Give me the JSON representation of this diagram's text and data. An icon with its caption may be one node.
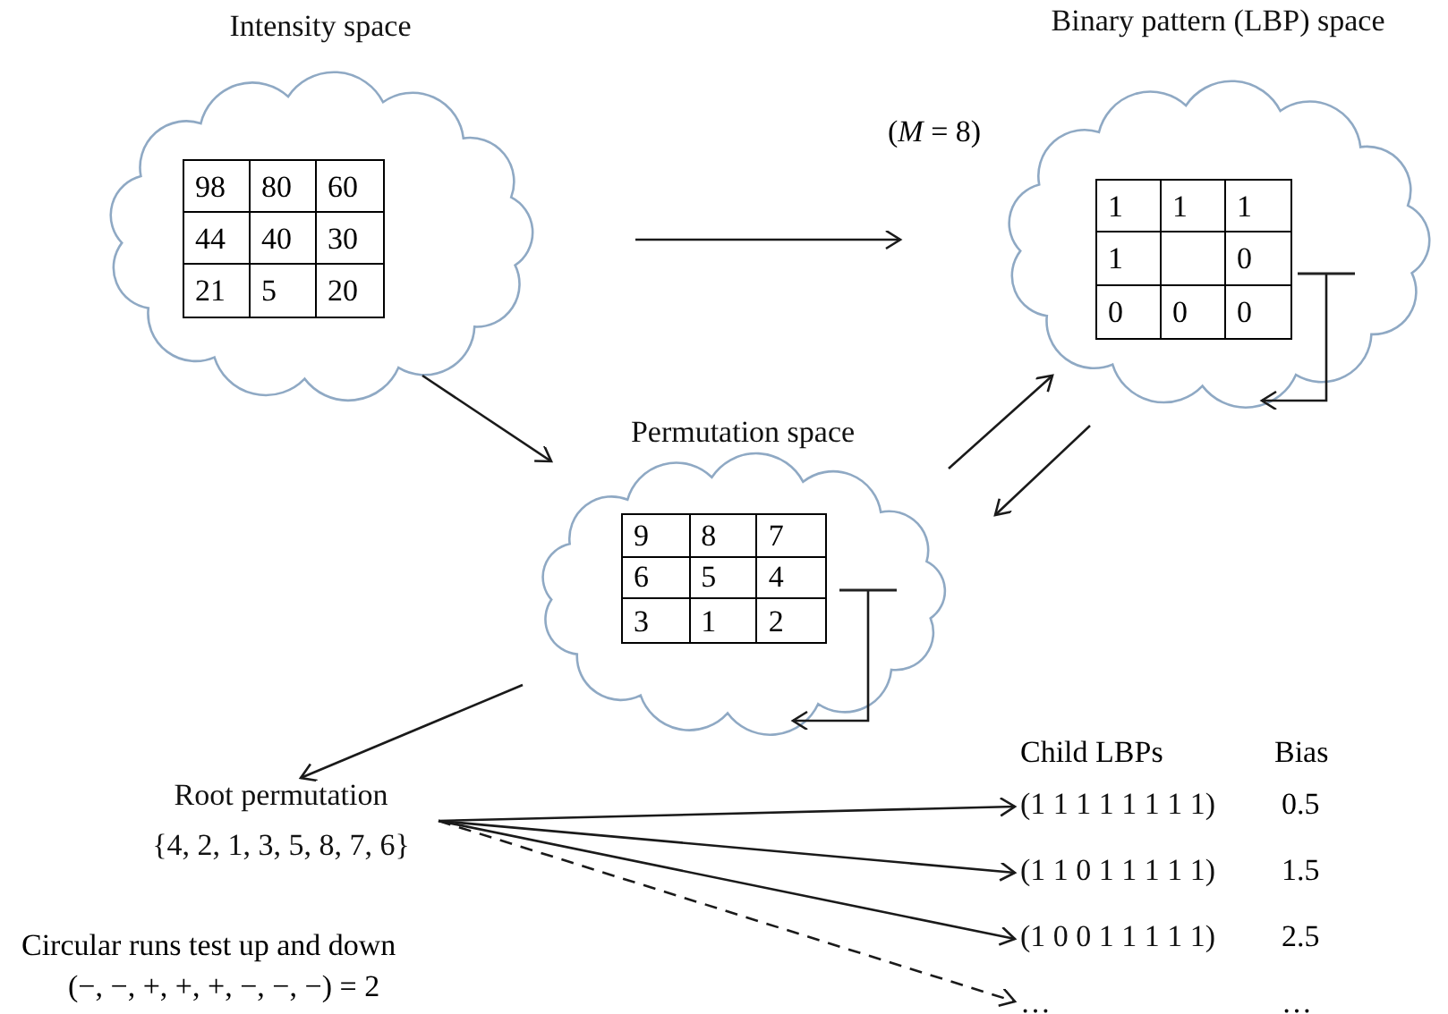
{
  "diagram": {
    "nodes": [
      {
        "text": [
          "Intensity space"
        ]
      },
      {
        "text": [],
        "shape": "box",
        "in": 0
      },
      {
        "text": [
          "Binary pattern (LBP) space"
        ],
        "beside": [
          "(*M* = 8)"
        ]
      },
      {
        "text": [],
        "shape": "box",
        "in": 2
      },
      {
        "text": [
          "Permutation space"
        ]
      },
      {
        "text": [],
        "shape": "box",
        "in": 4
      },
      {
        "text": [
          "Root permutation",
          "{4, 2, 1, 3, 5, 8, 7, 6}"
        ]
      },
      {
        "text": [
          "(1 1 1 1 1 1 1 1)"
        ]
      },
      {
        "text": [
          "(1 1 0 1 1 1 1 1)"
        ]
      },
      {
        "text": [
          "(1 0 0 1 1 1 1 1)"
        ]
      },
      {
        "text": [
          "…"
        ]
      }
    ],
    "edges": [
      {
        "from": 0,
        "to": 2,
        "arrow": "to"
      },
      {
        "from": 0,
        "to": 4,
        "arrow": "to"
      },
      {
        "from": 4,
        "to": 2,
        "arrow": "to"
      },
      {
        "from": 2,
        "to": 4,
        "arrow": "to"
      },
      {
        "from": 3,
        "to": 2,
        "arrow": "to"
      },
      {
        "from": 5,
        "to": 4,
        "arrow": "to"
      },
      {
        "from": 4,
        "to": 6,
        "arrow": "to"
      },
      {
        "from": 6,
        "to": 7,
        "arrow": "to"
      },
      {
        "from": 6,
        "to": 8,
        "arrow": "to"
      },
      {
        "from": 6,
        "to": 9,
        "arrow": "to"
      },
      {
        "from": 6,
        "to": 10,
        "arrow": "to",
        "style": "dashed"
      }
    ],
    "labels": [
      "98",
      "80",
      "60",
      "44",
      "40",
      "30",
      "21",
      "5",
      "20",
      "1",
      "1",
      "1",
      "1",
      "0",
      "0",
      "0",
      "0",
      "9",
      "8",
      "7",
      "6",
      "5",
      "4",
      "3",
      "1",
      "2",
      "Child LBPs",
      "Bias",
      "0.5",
      "1.5",
      "2.5",
      "…",
      "Circular runs test up and down",
      "(−, −, +, +, +, −, −, −) = 2"
    ]
  }
}
